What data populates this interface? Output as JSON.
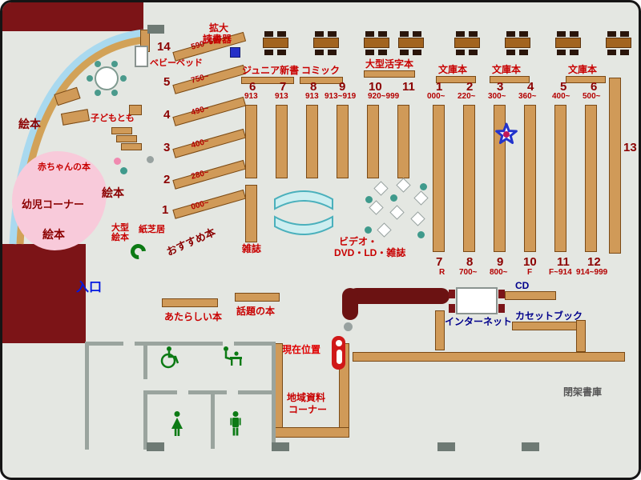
{
  "title": "library-floor-map",
  "colors": {
    "maroon": "#7c1417",
    "shelf_tan": "#d09a58",
    "label_red": "#c80000",
    "navy": "#00008b",
    "entrance_blue": "#0018e0",
    "pink_area": "#f8cada",
    "cyan_shelf": "#cdeef0",
    "green_icon": "#0c7a14",
    "star_blue": "#2233cc"
  },
  "children_area": {
    "youji_corner": "幼児コーナー",
    "ehon_left": "絵本",
    "ehon_mid": "絵本",
    "ehon_bottom": "絵本",
    "akachan": "赤ちゃんの本",
    "kodomo": "子どもとも",
    "baby_bed": "ベビーベッド",
    "ogata_line1": "大型",
    "ogata_line2": "絵本",
    "kamishibai": "紙芝居"
  },
  "fan_shelves": {
    "osusume": "おすすめ本",
    "items": [
      {
        "num": "14",
        "range": "590~599"
      },
      {
        "num": "5",
        "range": "750~"
      },
      {
        "num": "4",
        "range": "490~"
      },
      {
        "num": "3",
        "range": "400~"
      },
      {
        "num": "2",
        "range": "280~"
      },
      {
        "num": "1",
        "range": "000~"
      }
    ]
  },
  "top_area": {
    "kakudai_line1": "拡大",
    "kakudai_line2": "読書器",
    "junior": "ジュニア新書",
    "comic": "コミック",
    "ogata_katsuji": "大型活字本",
    "bunko_1": "文庫本",
    "bunko_2": "文庫本",
    "bunko_3": "文庫本"
  },
  "stacks_left": {
    "numbers": [
      "6",
      "7",
      "8",
      "9",
      "10",
      "11"
    ],
    "ranges": [
      "913",
      "913",
      "913",
      "913~919",
      "920~999"
    ]
  },
  "stacks_right_top": {
    "numbers": [
      "1",
      "2",
      "3",
      "4",
      "5",
      "6"
    ],
    "ranges": [
      "000~",
      "220~",
      "300~",
      "360~",
      "400~",
      "500~"
    ]
  },
  "stacks_right_bottom": {
    "numbers": [
      "7",
      "8",
      "9",
      "10",
      "11",
      "12"
    ],
    "ranges": [
      "R",
      "700~",
      "800~",
      "F",
      "F~914",
      "914~999"
    ]
  },
  "shelf_13": "13",
  "center_area": {
    "zasshi": "雑誌",
    "video_line1": "ビデオ・",
    "video_line2": "DVD・LD・雑誌"
  },
  "entrance": "入口",
  "service_area": {
    "cd": "CD",
    "internet": "インターネット",
    "cassette": "カセットブック"
  },
  "bottom_area": {
    "atarashii": "あたらしい本",
    "wadai": "話題の本",
    "genzai": "現在位置",
    "chiiki_line1": "地域資料",
    "chiiki_line2": "コーナー",
    "heika": "閉架書庫"
  }
}
